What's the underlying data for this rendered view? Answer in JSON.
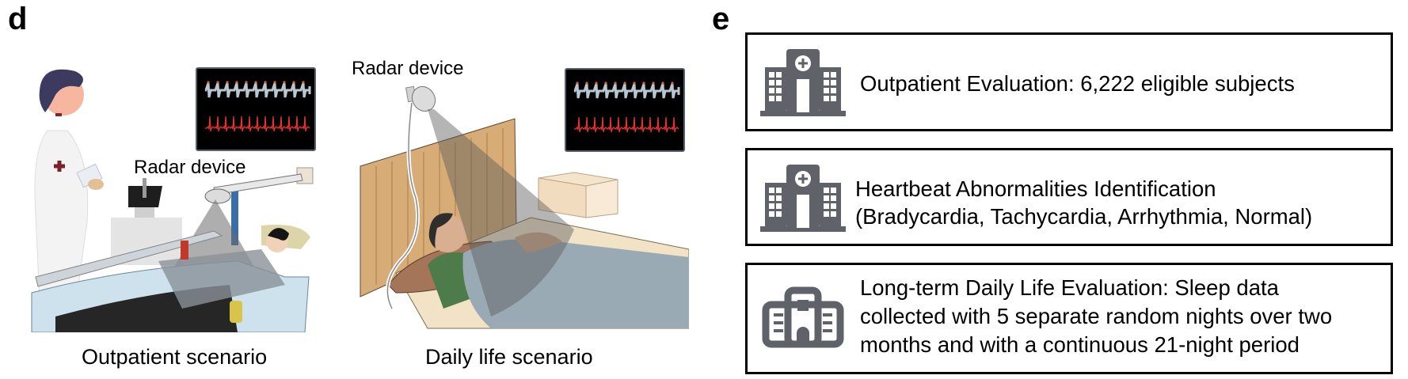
{
  "panel_d": {
    "label": "d",
    "scenes": [
      {
        "id": "outpatient",
        "radar_label": "Radar device",
        "caption": "Outpatient scenario"
      },
      {
        "id": "daily",
        "radar_label": "Radar device",
        "caption": "Daily life scenario"
      }
    ],
    "monitor_colors": {
      "radar_wave": "#b8c6d2",
      "ecg_wave": "#e8322f",
      "peak_marker": "#d8663a"
    }
  },
  "panel_e": {
    "label": "e",
    "boxes": [
      {
        "icon": "hospital-icon",
        "lines": [
          "Outpatient Evaluation: 6,222 eligible subjects"
        ]
      },
      {
        "icon": "hospital-icon",
        "lines": [
          "Heartbeat Abnormalities Identification",
          "(Bradycardia, Tachycardia, Arrhythmia, Normal)"
        ]
      },
      {
        "icon": "office-building-icon",
        "lines": [
          "Long-term Daily Life Evaluation: Sleep data",
          "collected with 5 separate random nights over two",
          "months and with a continuous 21-night period"
        ]
      }
    ],
    "icon_color": "#5f6268"
  }
}
